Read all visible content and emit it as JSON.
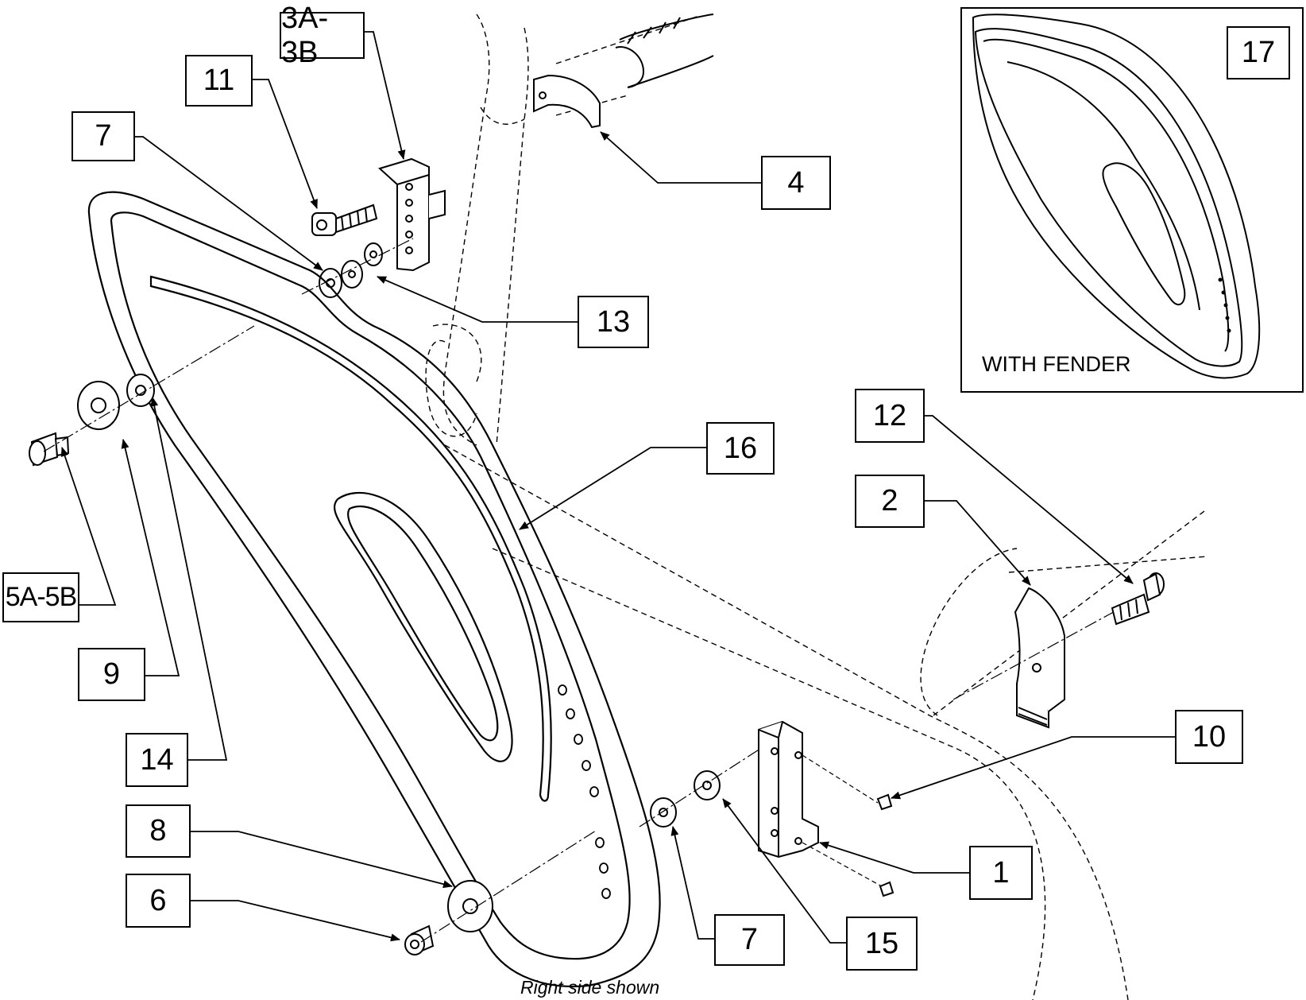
{
  "diagram": {
    "callouts": {
      "c3a3b": "3A-3B",
      "c11": "11",
      "c7a": "7",
      "c4": "4",
      "c13": "13",
      "c17": "17",
      "c16": "16",
      "c12": "12",
      "c2": "2",
      "c5a5b": "5A-5B",
      "c9": "9",
      "c14": "14",
      "c10": "10",
      "c8": "8",
      "c1": "1",
      "c6": "6",
      "c7b": "7",
      "c15": "15"
    },
    "inset_label": "WITH FENDER",
    "caption": "Right side shown"
  },
  "colors": {
    "ink": "#000000",
    "paper": "#ffffff"
  }
}
